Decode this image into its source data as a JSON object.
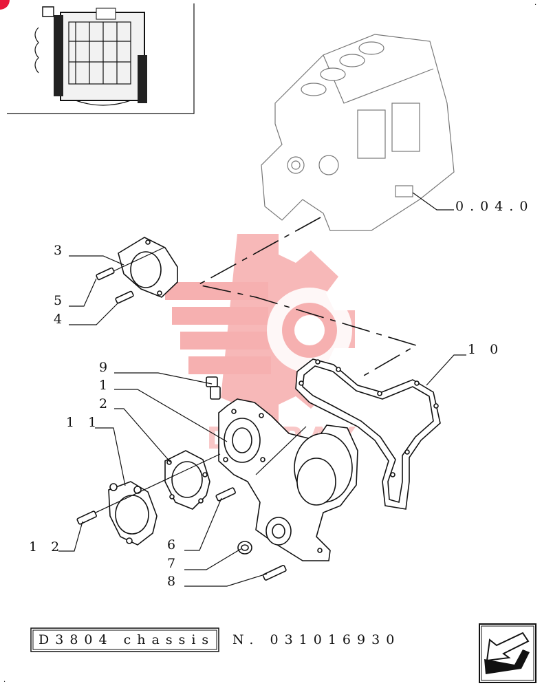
{
  "diagram": {
    "reference_label": "0.04.0",
    "callouts": [
      {
        "id": "3",
        "text": "3"
      },
      {
        "id": "5",
        "text": "5"
      },
      {
        "id": "4",
        "text": "4"
      },
      {
        "id": "9",
        "text": "9"
      },
      {
        "id": "1",
        "text": "1"
      },
      {
        "id": "2",
        "text": "2"
      },
      {
        "id": "11",
        "text": "1 1"
      },
      {
        "id": "12",
        "text": "1 2"
      },
      {
        "id": "6",
        "text": "6"
      },
      {
        "id": "7",
        "text": "7"
      },
      {
        "id": "8",
        "text": "8"
      },
      {
        "id": "10",
        "text": "1 0"
      }
    ]
  },
  "footer": {
    "model": "D3804 chassis",
    "serial": "N. 031016930"
  },
  "nav": {
    "next_icon": "arrow-next-icon"
  },
  "colors": {
    "watermark": "#f5a3a3",
    "corner_marker": "#e8173a",
    "ink": "#111111"
  }
}
